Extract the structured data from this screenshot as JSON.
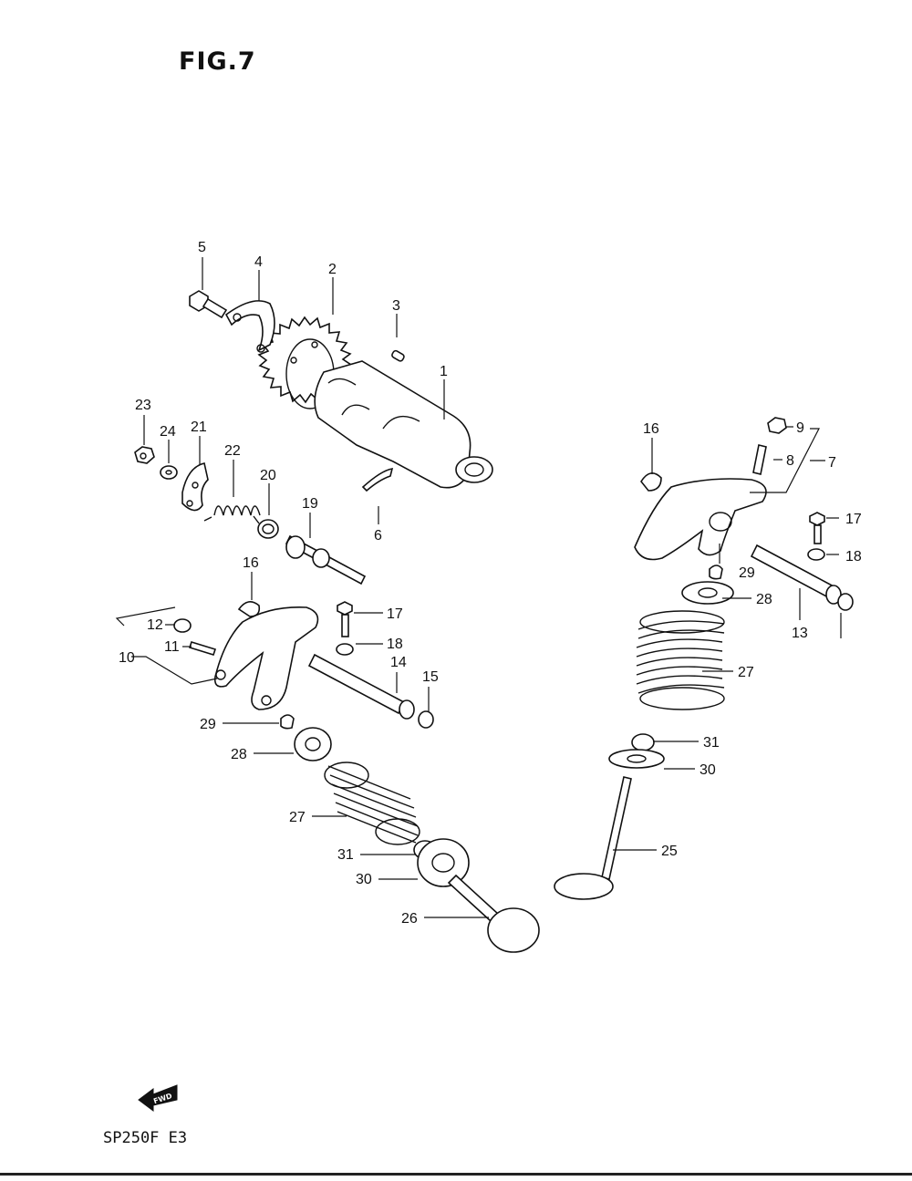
{
  "figure": {
    "title": "FIG.7",
    "model_code": "SP250F  E3",
    "fwd_text": "FWD"
  },
  "callouts": [
    "1",
    "2",
    "3",
    "4",
    "5",
    "6",
    "7",
    "8",
    "9",
    "10",
    "11",
    "12",
    "13",
    "14",
    "15",
    "16",
    "16",
    "17",
    "17",
    "18",
    "18",
    "19",
    "20",
    "21",
    "22",
    "23",
    "24",
    "25",
    "26",
    "27",
    "27",
    "28",
    "28",
    "29",
    "29",
    "30",
    "30",
    "31",
    "31"
  ]
}
